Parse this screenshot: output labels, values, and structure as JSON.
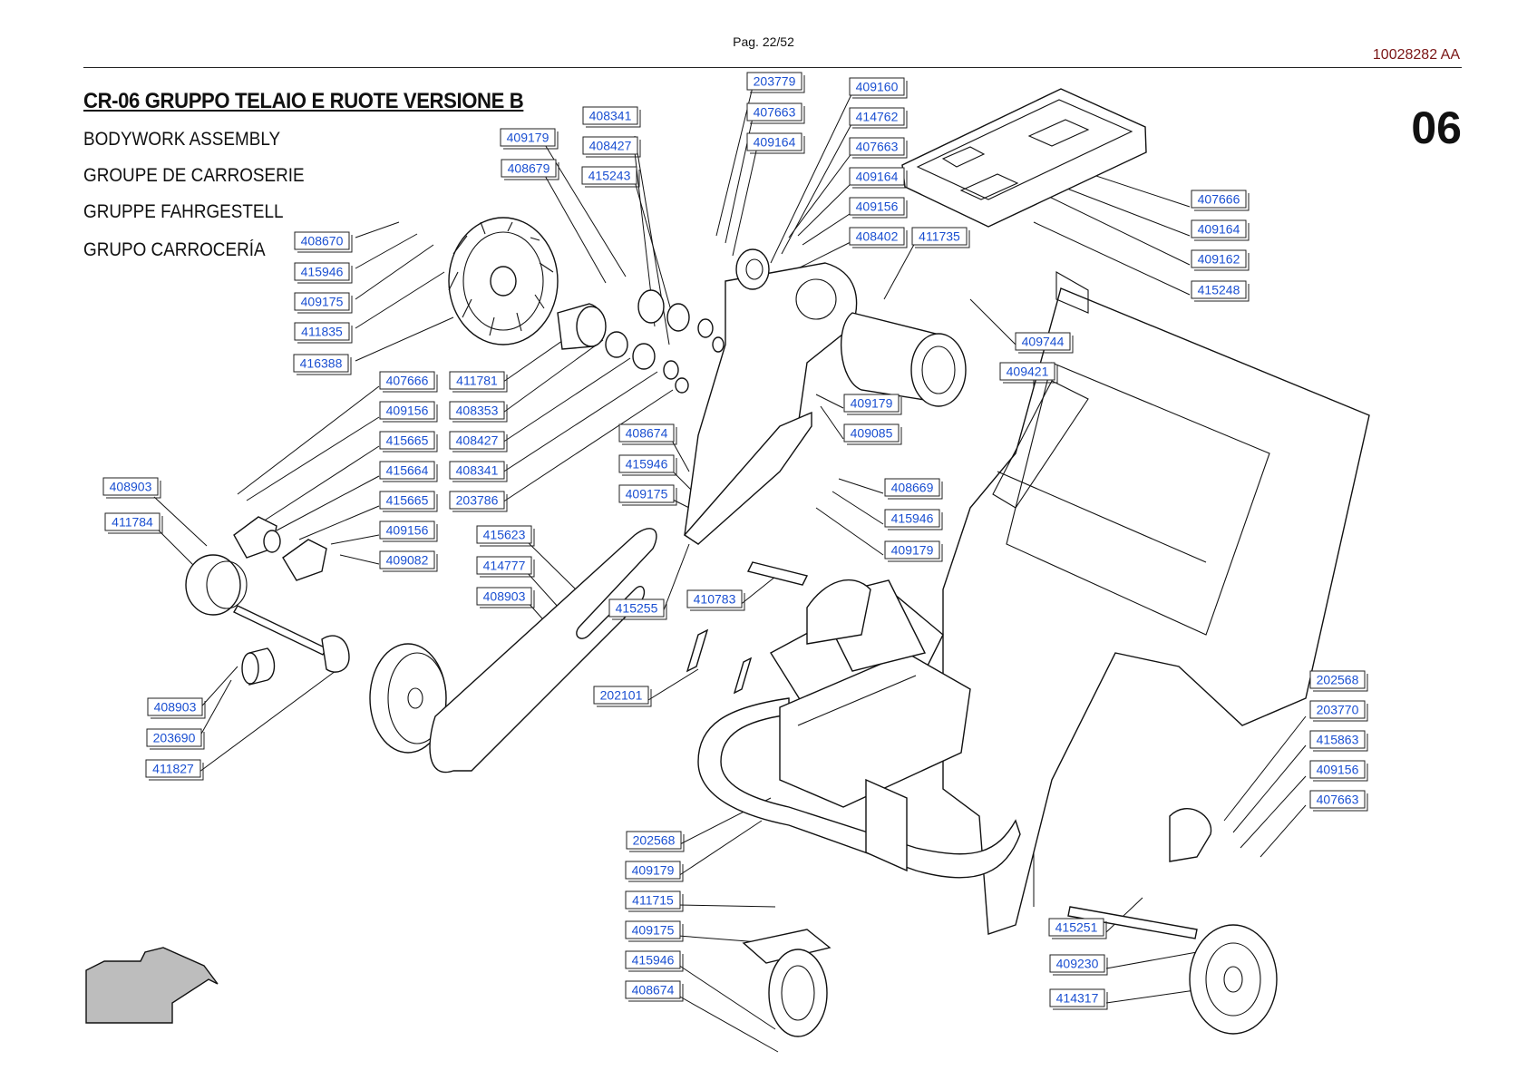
{
  "header": {
    "page": "Pag. 22/52",
    "doc_code": "10028282 AA",
    "section_no": "06"
  },
  "title": {
    "main": "CR-06 GRUPPO TELAIO E RUOTE VERSIONE B",
    "en": "BODYWORK ASSEMBLY",
    "fr": "GROUPE DE CARROSERIE",
    "de": "GRUPPE FAHRGESTELL",
    "es": "GRUPO CARROCERÍA"
  },
  "part_tags": [
    "203779",
    "407663",
    "409164",
    "409160",
    "414762",
    "407663",
    "409164",
    "409156",
    "408402",
    "411735",
    "408341",
    "408427",
    "415243",
    "409179",
    "408679",
    "407666",
    "409164",
    "409162",
    "415248",
    "409744",
    "409421",
    "408670",
    "415946",
    "409175",
    "411835",
    "416388",
    "407666",
    "409156",
    "415665",
    "415664",
    "415665",
    "409156",
    "409082",
    "411781",
    "408353",
    "408427",
    "408341",
    "203786",
    "408674",
    "415946",
    "409175",
    "409179",
    "409085",
    "408669",
    "415946",
    "409179",
    "408903",
    "411784",
    "415623",
    "414777",
    "408903",
    "415255",
    "410783",
    "202101",
    "408903",
    "203690",
    "411827",
    "202568",
    "203770",
    "415863",
    "409156",
    "407663",
    "202568",
    "409179",
    "411715",
    "409175",
    "415946",
    "408674",
    "415251",
    "409230",
    "414317"
  ]
}
